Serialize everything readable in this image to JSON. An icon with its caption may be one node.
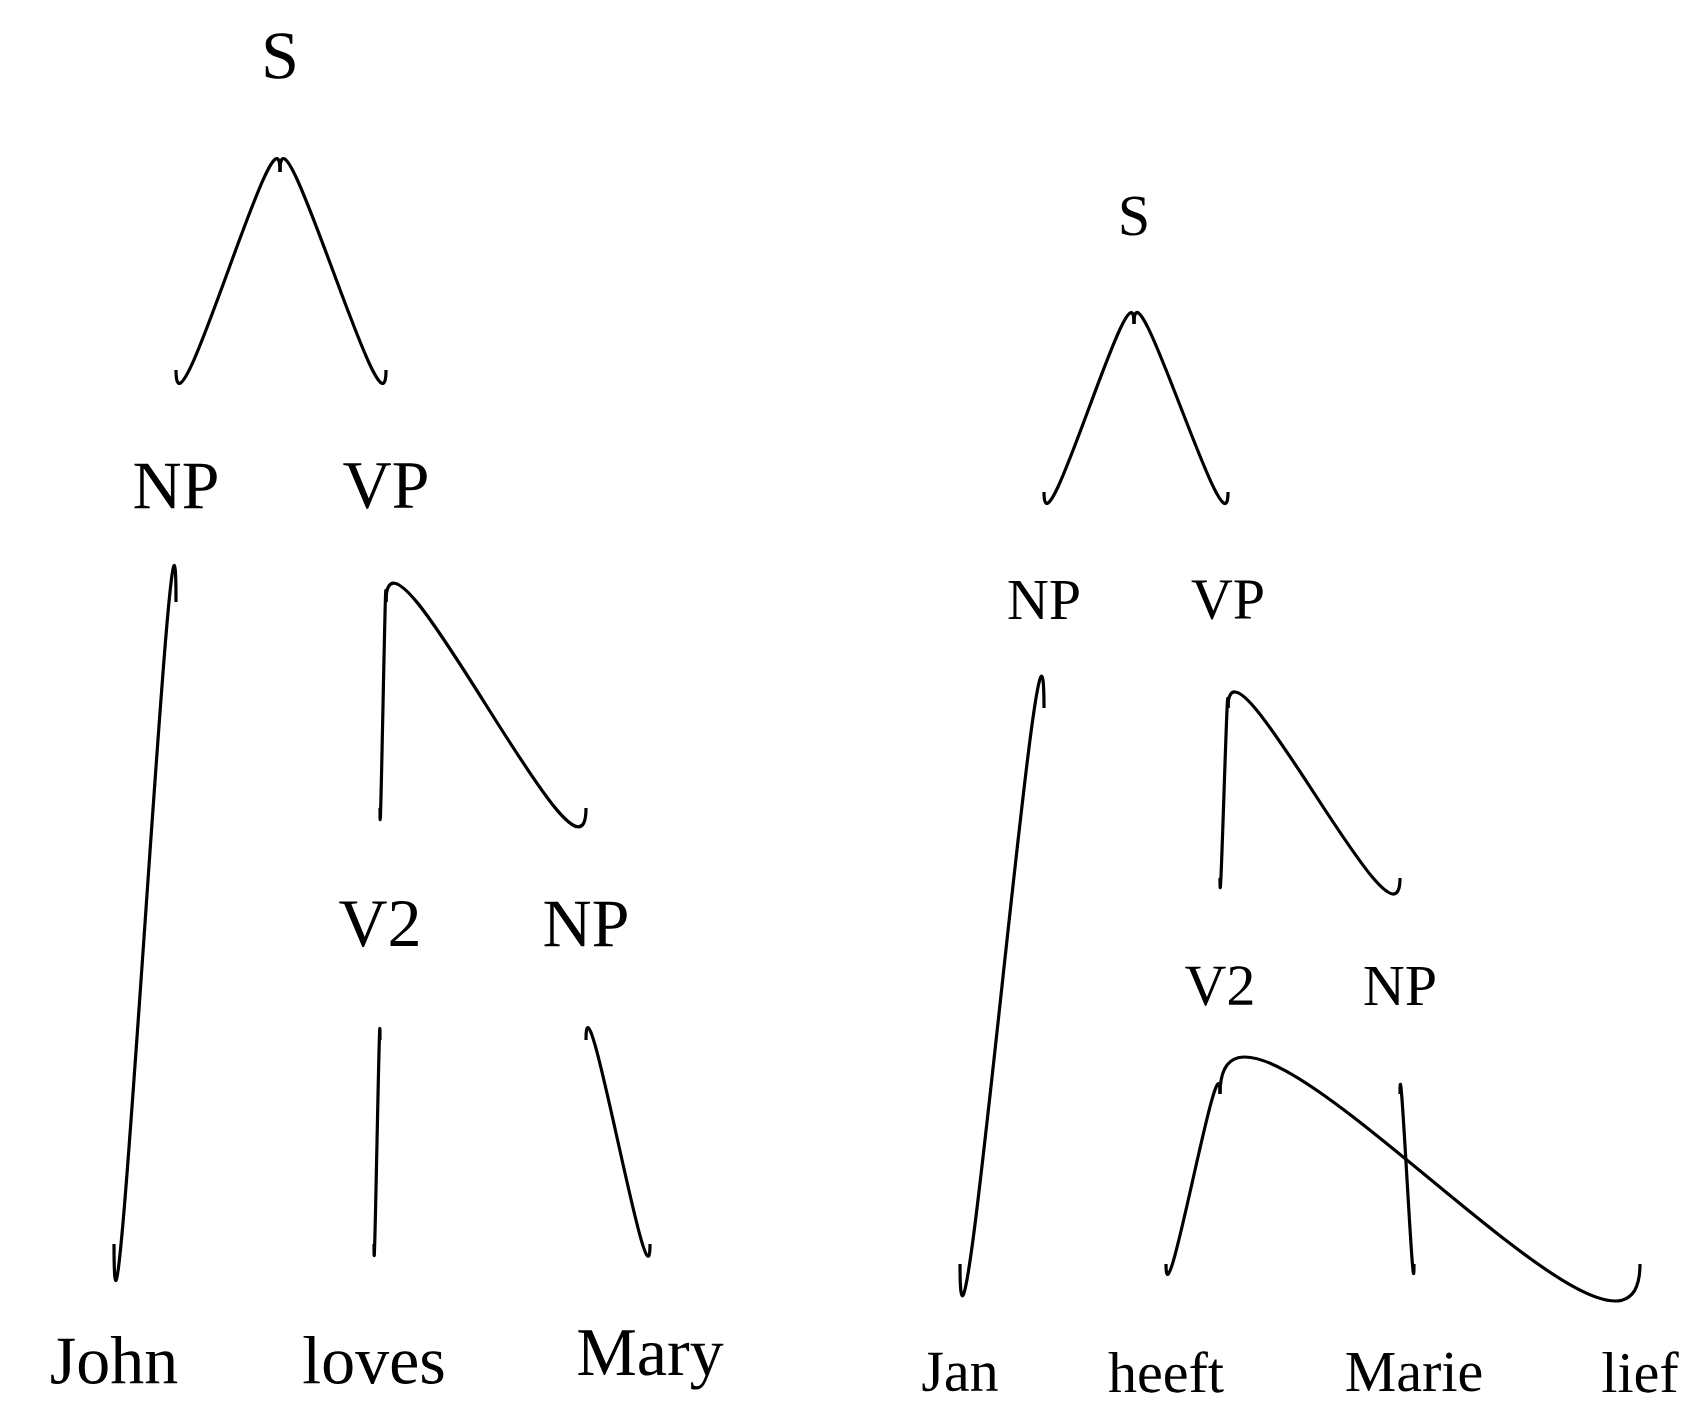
{
  "diagram": {
    "nodes": [
      {
        "text": [
          "S"
        ]
      },
      {
        "text": [
          "NP"
        ]
      },
      {
        "text": [
          "VP"
        ]
      },
      {
        "text": [
          "V2"
        ]
      },
      {
        "text": [
          "NP"
        ]
      },
      {
        "text": [
          "John"
        ]
      },
      {
        "text": [
          "loves"
        ]
      },
      {
        "text": [
          "Mary"
        ]
      },
      {
        "text": [
          "S"
        ]
      },
      {
        "text": [
          "NP"
        ]
      },
      {
        "text": [
          "VP"
        ]
      },
      {
        "text": [
          "V2"
        ]
      },
      {
        "text": [
          "NP"
        ]
      },
      {
        "text": [
          "Jan"
        ]
      },
      {
        "text": [
          "heeft"
        ]
      },
      {
        "text": [
          "Marie"
        ]
      },
      {
        "text": [
          "lief"
        ]
      }
    ],
    "edges": [
      {
        "from": 0,
        "to": 1,
        "arrow": "none"
      },
      {
        "from": 0,
        "to": 2,
        "arrow": "none"
      },
      {
        "from": 1,
        "to": 5,
        "arrow": "none"
      },
      {
        "from": 2,
        "to": 3,
        "arrow": "none"
      },
      {
        "from": 2,
        "to": 4,
        "arrow": "none"
      },
      {
        "from": 3,
        "to": 6,
        "arrow": "none"
      },
      {
        "from": 4,
        "to": 7,
        "arrow": "none"
      },
      {
        "from": 8,
        "to": 9,
        "arrow": "none"
      },
      {
        "from": 8,
        "to": 10,
        "arrow": "none"
      },
      {
        "from": 9,
        "to": 13,
        "arrow": "none"
      },
      {
        "from": 10,
        "to": 11,
        "arrow": "none"
      },
      {
        "from": 10,
        "to": 12,
        "arrow": "none"
      },
      {
        "from": 11,
        "to": 14,
        "arrow": "none"
      },
      {
        "from": 11,
        "to": 16,
        "arrow": "none"
      },
      {
        "from": 12,
        "to": 15,
        "arrow": "none"
      }
    ]
  }
}
